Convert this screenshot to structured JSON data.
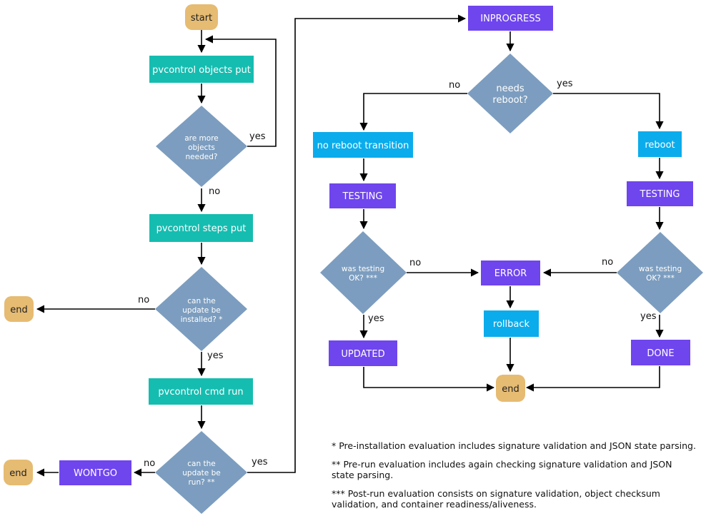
{
  "colors": {
    "terminal": "#e6bb72",
    "action": "#15bdb0",
    "state": "#6f45ee",
    "transition": "#0aacec",
    "decision": "#7c9dbf",
    "edge": "#000000"
  },
  "nodes": {
    "start": "start",
    "objects_put": "pvcontrol objects put",
    "more_objects": [
      "are more",
      "objects",
      "needed?"
    ],
    "steps_put": "pvcontrol steps put",
    "can_install": [
      "can the",
      "update be",
      "installed? *"
    ],
    "end_install": "end",
    "cmd_run": "pvcontrol cmd run",
    "can_run": [
      "can the",
      "update be",
      "run? **"
    ],
    "wontgo": "WONTGO",
    "end_run": "end",
    "inprogress": "INPROGRESS",
    "needs_reboot": [
      "needs",
      "reboot?"
    ],
    "no_reboot_transition": "no reboot transition",
    "reboot": "reboot",
    "testing_left": "TESTING",
    "testing_right": "TESTING",
    "testing_ok_left": [
      "was testing",
      "OK? ***"
    ],
    "testing_ok_right": [
      "was testing",
      "OK? ***"
    ],
    "error": "ERROR",
    "rollback": "rollback",
    "updated": "UPDATED",
    "done": "DONE",
    "end_final": "end"
  },
  "edges": {
    "yes": "yes",
    "no": "no"
  },
  "notes": [
    "* Pre-installation evaluation includes signature validation and JSON state parsing.",
    "** Pre-run evaluation includes again checking signature validation and JSON state parsing.",
    "*** Post-run evaluation consists on signature validation, object checksum validation, and container readiness/aliveness."
  ]
}
